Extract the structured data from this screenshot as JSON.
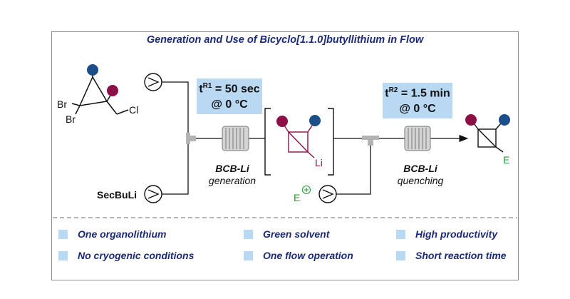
{
  "title": "Generation and Use of Bicyclo[1.1.0]butyllithium in Flow",
  "reactants": {
    "br_top": "Br",
    "br_bottom": "Br",
    "cl": "Cl",
    "base": "SecBuLi",
    "electrophile": "E"
  },
  "condition1": {
    "t": "t",
    "sup": "R1",
    "time": " = 50 sec",
    "temp": "@ 0 °C"
  },
  "condition2": {
    "t": "t",
    "sup": "R2",
    "time": " = 1.5 min",
    "temp": "@ 0 °C"
  },
  "intermediate": {
    "li": "Li"
  },
  "step1": {
    "name": "BCB-Li",
    "desc": "generation"
  },
  "step2": {
    "name": "BCB-Li",
    "desc": "quenching"
  },
  "product": {
    "e": "E"
  },
  "features": [
    "One organolithium",
    "No cryogenic conditions",
    "Green solvent",
    "One flow operation",
    "High productivity",
    "Short reaction time"
  ],
  "colors": {
    "title": "#1b2a78",
    "box": "#b9d9f3",
    "navy": "#1c4e8a",
    "maroon": "#8c1047",
    "green": "#2a9a3a",
    "border": "#8a8a8a"
  }
}
